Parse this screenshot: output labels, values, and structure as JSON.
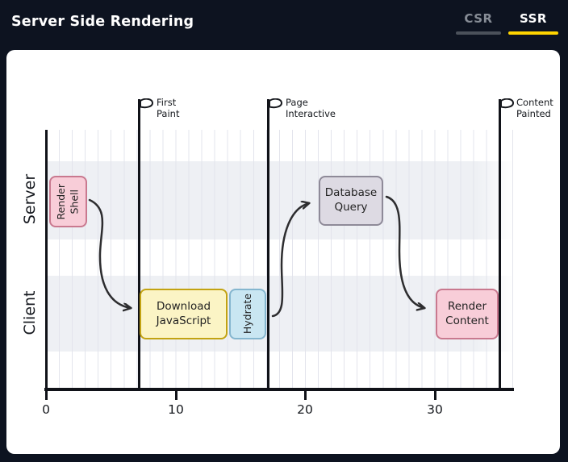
{
  "header": {
    "title": "Server Side Rendering",
    "tabs": [
      {
        "label": "CSR",
        "active": false
      },
      {
        "label": "SSR",
        "active": true
      }
    ]
  },
  "colors": {
    "background": "#0d1320",
    "panel": "#ffffff",
    "accent_tab_underline": "#ffd400",
    "inactive_tab": "#878d96",
    "lane_stripe": "#eef0f4",
    "task_pink_fill": "#f8cdd8",
    "task_pink_border": "#c9798f",
    "task_yellow_fill": "#fbf4c5",
    "task_yellow_border": "#c3a312",
    "task_blue_fill": "#c9e6f2",
    "task_blue_border": "#85b6cf",
    "task_purple_fill": "#dddae3",
    "task_purple_border": "#8e8a98"
  },
  "chart_data": {
    "type": "gantt",
    "title": "Server Side Rendering",
    "lanes": [
      "Server",
      "Client"
    ],
    "x_axis": {
      "range": [
        0,
        36
      ],
      "ticks": [
        0,
        10,
        20,
        30
      ],
      "grid": true
    },
    "tasks": [
      {
        "label": "Render\nShell",
        "lane": "Server",
        "start": 0,
        "end": 3,
        "color": "pink",
        "text_rotated": true
      },
      {
        "label": "Download\nJavaScript",
        "lane": "Client",
        "start": 7,
        "end": 14,
        "color": "yellow",
        "text_rotated": false
      },
      {
        "label": "Hydrate",
        "lane": "Client",
        "start": 14,
        "end": 17,
        "color": "blue",
        "text_rotated": true
      },
      {
        "label": "Database\nQuery",
        "lane": "Server",
        "start": 21,
        "end": 26,
        "color": "purple",
        "text_rotated": false
      },
      {
        "label": "Render\nContent",
        "lane": "Client",
        "start": 30,
        "end": 35,
        "color": "pink",
        "text_rotated": false
      }
    ],
    "milestones": [
      {
        "label": "First\nPaint",
        "x": 7
      },
      {
        "label": "Page\nInteractive",
        "x": 17
      },
      {
        "label": "Content\nPainted",
        "x": 35
      }
    ],
    "arrows": [
      {
        "from": "Render Shell",
        "to": "Download JavaScript"
      },
      {
        "from": "Hydrate",
        "to": "Database Query"
      },
      {
        "from": "Database Query",
        "to": "Render Content"
      }
    ]
  }
}
